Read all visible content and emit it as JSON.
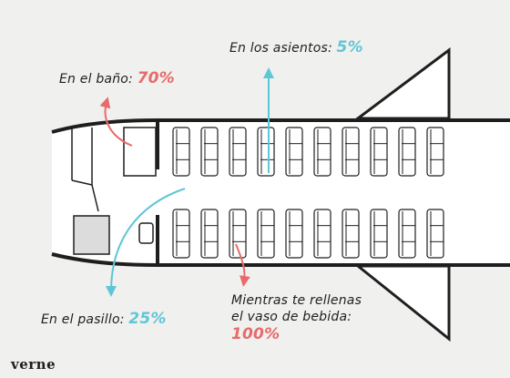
{
  "labels": {
    "seats": {
      "text": "En los asientos:",
      "pct": "5%"
    },
    "bath": {
      "text": "En el baño:",
      "pct": "70%"
    },
    "aisle": {
      "text": "En el pasillo:",
      "pct": "25%"
    },
    "refill": {
      "line1": "Mientras te rellenas",
      "line2": "el vaso de bebida:",
      "pct": "100%"
    }
  },
  "logo": "verne",
  "colors": {
    "red": "#e86a6a",
    "blue": "#5fc6d6",
    "ink": "#1e1e1e",
    "background": "#f0f0ee"
  },
  "icons": [
    "airplane-cabin-diagram",
    "arrow-up-icon",
    "arrow-to-bathroom-icon",
    "arrow-to-aisle-icon",
    "arrow-down-icon"
  ]
}
